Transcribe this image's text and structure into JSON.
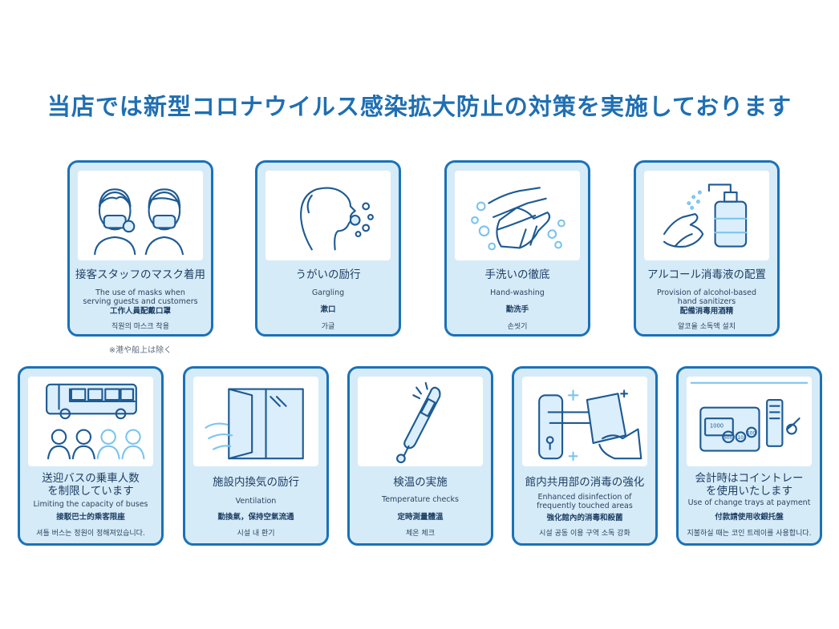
{
  "title": "当店では新型コロナウイルス感染拡大防止の対策を実施しております",
  "note": "※港や船上は除く",
  "row1": [
    {
      "icon": "masked-staff-icon",
      "jp": "接客スタッフのマスク着用",
      "en": "The use of masks when serving guests and customers",
      "zh": "工作人員配戴口罩",
      "ko": "직원의 마스크 착용"
    },
    {
      "icon": "gargling-icon",
      "jp": "うがいの励行",
      "en": "Gargling",
      "zh": "漱口",
      "ko": "가글"
    },
    {
      "icon": "hand-washing-icon",
      "jp": "手洗いの徹底",
      "en": "Hand-washing",
      "zh": "勤洗手",
      "ko": "손씻기"
    },
    {
      "icon": "sanitizer-icon",
      "jp": "アルコール消毒液の配置",
      "en": "Provision of alcohol-based hand sanitizers",
      "zh": "配備消毒用酒精",
      "ko": "알코올 소독액 설치"
    }
  ],
  "row2": [
    {
      "icon": "bus-capacity-icon",
      "jp": "送迎バスの乗車人数を制限しています",
      "en": "Limiting the capacity of buses",
      "zh": "接駁巴士的乘客限座",
      "ko": "셔틀 버스는 정원이 정해져있습니다."
    },
    {
      "icon": "ventilation-window-icon",
      "jp": "施設内換気の励行",
      "en": "Ventilation",
      "zh": "勤換氣，保持空氣流通",
      "ko": "시설 내 환기"
    },
    {
      "icon": "thermometer-icon",
      "jp": "検温の実施",
      "en": "Temperature checks",
      "zh": "定時測量體溫",
      "ko": "체온 체크"
    },
    {
      "icon": "disinfect-handle-icon",
      "jp": "館内共用部の消毒の強化",
      "en": "Enhanced disinfection of frequently touched areas",
      "zh": "強化館內的消毒和殺菌",
      "ko": "시설 공동 이용 구역 소독 강화"
    },
    {
      "icon": "coin-tray-icon",
      "jp": "会計時はコイントレーを使用いたします",
      "en": "Use of change trays at payment",
      "zh": "付款請使用收銀托盤",
      "ko": "지불하실 때는 코인 트레이를 사용합니다."
    }
  ],
  "coins": [
    "1000",
    "500",
    "10",
    "100"
  ]
}
